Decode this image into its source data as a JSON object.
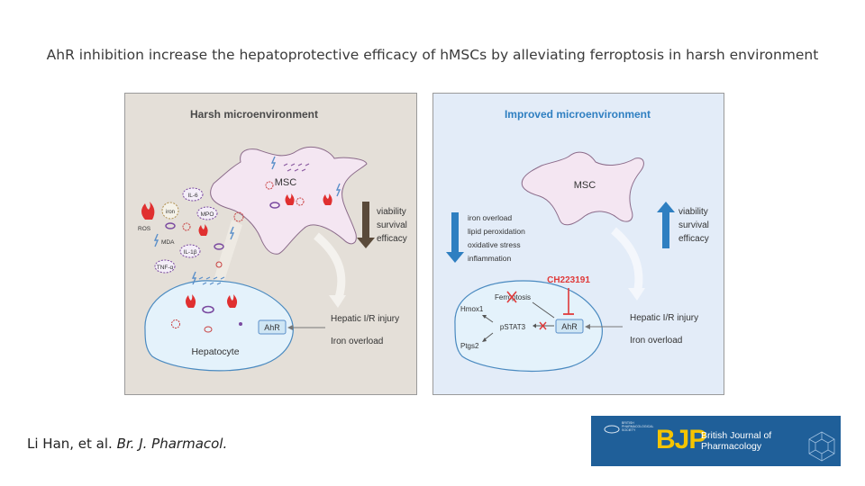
{
  "title": "AhR inhibition increase the hepatoprotective efficacy of hMSCs by alleviating ferroptosis in harsh environment",
  "left_panel": {
    "heading": "Harsh microenvironment",
    "cell_label": "MSC",
    "hepatocyte_label": "Hepatocyte",
    "ahr_label": "AhR",
    "outcomes": [
      "viability",
      "survival",
      "efficacy"
    ],
    "stimuli": [
      "Hepatic I/R injury",
      "Iron overload"
    ],
    "factors": {
      "ros": "ROS",
      "iron": "iron",
      "il6": "IL-6",
      "mpo": "MPO",
      "mda": "MDA",
      "il1b": "IL-1β",
      "tnfa": "TNF-α"
    }
  },
  "right_panel": {
    "heading": "Improved microenvironment",
    "cell_label": "MSC",
    "outcomes": [
      "viability",
      "survival",
      "efficacy"
    ],
    "reduced": [
      "iron overload",
      "lipid peroxidation",
      "oxidative stress",
      "inflammation"
    ],
    "inhibitor": "CH223191",
    "ahr_label": "AhR",
    "ferroptosis": "Ferroptosis",
    "hmox1": "Hmox1",
    "pstat3": "pSTAT3",
    "ptgs2": "Ptgs2",
    "stimuli": [
      "Hepatic I/R injury",
      "Iron overload"
    ]
  },
  "citation": {
    "authors": "Li Han, et al. ",
    "journal": "Br. J. Pharmacol."
  },
  "logo": {
    "abbrev": "BJP",
    "name": "British Journal of Pharmacology",
    "society": "BRITISH PHARMACOLOGICAL SOCIETY"
  },
  "colors": {
    "left_bg": "#e4dfd8",
    "right_bg": "#e3ecf8",
    "heading_dark": "#4a4a4a",
    "heading_blue": "#2f7fc1",
    "down_arrow_dark": "#5a4a3a",
    "arrow_blue": "#2f7fc1",
    "inhibitor_red": "#e03a3a",
    "cell_pink": "#f4e6f2",
    "cell_blue": "#e4f2fb",
    "logo_bg": "#1f5f99",
    "logo_yellow": "#f5c400"
  }
}
